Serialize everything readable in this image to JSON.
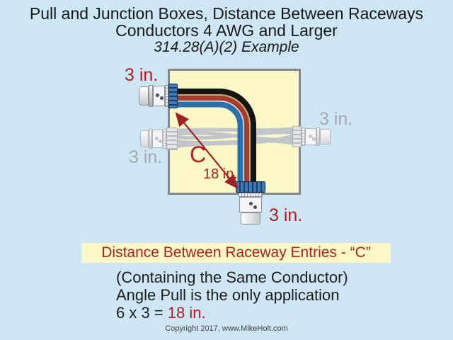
{
  "title": {
    "line1": "Pull and Junction Boxes, Distance Between Raceways",
    "line2": "Conductors 4 AWG and Larger",
    "line3": "314.28(A)(2) Example"
  },
  "diagram": {
    "labels": {
      "top_entry": "3 in.",
      "bottom_entry": "3 in.",
      "left_entry": "3 in.",
      "right_entry": "3 in.",
      "distance_letter": "C",
      "distance_value": "18 in."
    },
    "colors": {
      "background": "#cee6f4",
      "box_fill": "#fbf7c6",
      "box_border": "#84888c",
      "accent_red": "#ab2026",
      "ghost_gray": "#a4a9af",
      "wire_black": "#151515",
      "wire_bare": "#c7ab71",
      "wire_red": "#a63c2e",
      "wire_white": "#e9e9e9",
      "wire_blue": "#2a6fae",
      "locknut_blue": "#2d5f92"
    }
  },
  "banner": {
    "text": "Distance Between Raceway Entries - “C”"
  },
  "notes": {
    "line1": "(Containing the Same Conductor)",
    "line2": "Angle Pull is the only application",
    "equation_prefix": "6 x 3 = ",
    "equation_value": "18 in."
  },
  "footer": {
    "copyright": "Copyright 2017, www.MikeHolt.com"
  }
}
